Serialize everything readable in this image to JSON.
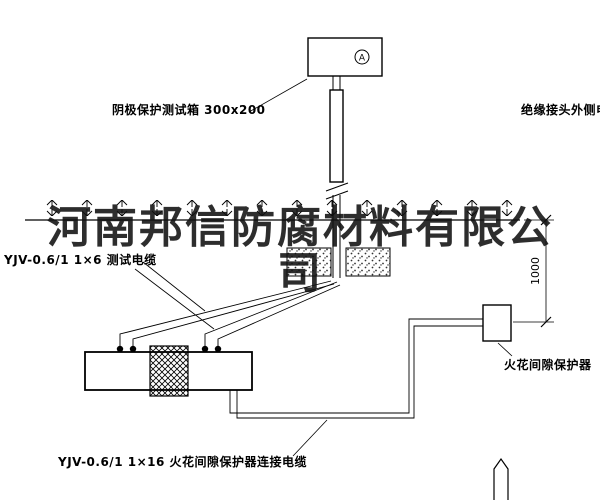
{
  "watermark": {
    "text": "河南邦信防腐材料有限公司"
  },
  "testbox": {
    "device_symbol": "A"
  },
  "labels": {
    "test_box": "阴极保护测试箱 300x200",
    "insulated_joint_cable": "绝缘接头外侧电缆",
    "test_cable": "YJV-0.6/1  1×6  测试电缆",
    "spark_protector": "火花间隙保护器",
    "spark_cable": "YJV-0.6/1  1×16  火花间隙保护器连接电缆",
    "dimension_depth": "1000"
  },
  "colors": {
    "line": "#000000",
    "background": "#ffffff"
  }
}
